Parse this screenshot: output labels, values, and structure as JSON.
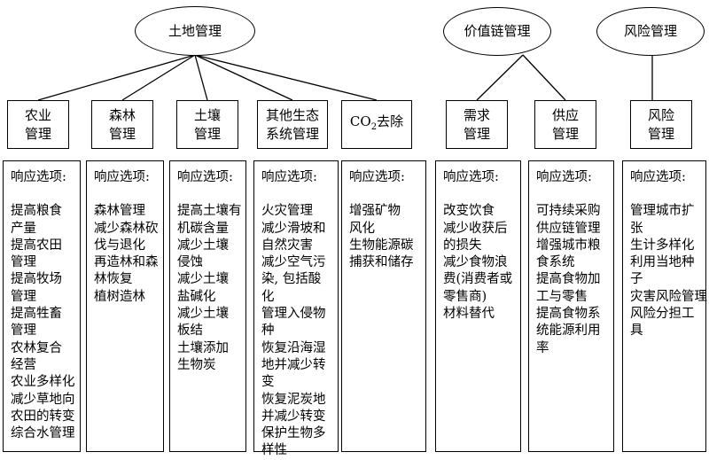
{
  "top_nodes": {
    "land": "土地管理",
    "value_chain": "价值链管理",
    "risk": "风险管理"
  },
  "categories": [
    {
      "label": [
        "农业",
        "管理"
      ]
    },
    {
      "label": [
        "森林",
        "管理"
      ]
    },
    {
      "label": [
        "土壤",
        "管理"
      ]
    },
    {
      "label": [
        "其他生态",
        "系统管理"
      ]
    },
    {
      "label_main": "CO",
      "label_sub": "2",
      "label_tail": "去除"
    },
    {
      "label": [
        "需求",
        "管理"
      ]
    },
    {
      "label": [
        "供应",
        "管理"
      ]
    },
    {
      "label": [
        "风险",
        "管理"
      ]
    }
  ],
  "columns": [
    {
      "heading": "响应选项:",
      "lines": [
        "提高粮食",
        "产量",
        "提高农田",
        "管理",
        "提高牧场",
        "管理",
        "提高牲畜",
        "管理",
        "农林复合",
        "经营",
        "农业多样化",
        "减少草地向",
        "农田的转变",
        "综合水管理"
      ]
    },
    {
      "heading": "响应选项:",
      "lines": [
        "森林管理",
        "减少森林砍",
        "伐与退化",
        "再造林和森",
        "林恢复",
        "植树造林"
      ]
    },
    {
      "heading": "响应选项:",
      "lines": [
        "提高土壤有",
        "机碳含量",
        "减少土壤",
        "侵蚀",
        "减少土壤",
        "盐碱化",
        "减少土壤",
        "板结",
        "土壤添加",
        "生物炭"
      ]
    },
    {
      "heading": "响应选项:",
      "lines": [
        "火灾管理",
        "减少滑坡和",
        "自然灾害",
        "减少空气污",
        "染, 包括酸",
        "化",
        "管理入侵物",
        "种",
        "恢复沿海湿",
        "地并减少转",
        "变",
        "恢复泥炭地",
        "并减少转变",
        "保护生物多",
        "样性"
      ]
    },
    {
      "heading": "响应选项:",
      "lines": [
        "增强矿物",
        "风化",
        "生物能源碳",
        "捕获和储存"
      ]
    },
    {
      "heading": "响应选项:",
      "lines": [
        "改变饮食",
        "减少收获后",
        "的损失",
        "减少食物浪",
        "费(消费者或",
        "零售商)",
        "材料替代"
      ]
    },
    {
      "heading": "响应选项:",
      "lines": [
        "可持续采购",
        "供应链管理",
        "增强城市粮",
        "食系统",
        "提高食物加",
        "工与零售",
        "提高食物系",
        "统能源利用",
        "率"
      ]
    },
    {
      "heading": "响应选项:",
      "lines": [
        "管理城市扩",
        "张",
        "生计多样化",
        "利用当地种",
        "子",
        "灾害风险管理",
        "风险分担工",
        "具"
      ]
    }
  ]
}
